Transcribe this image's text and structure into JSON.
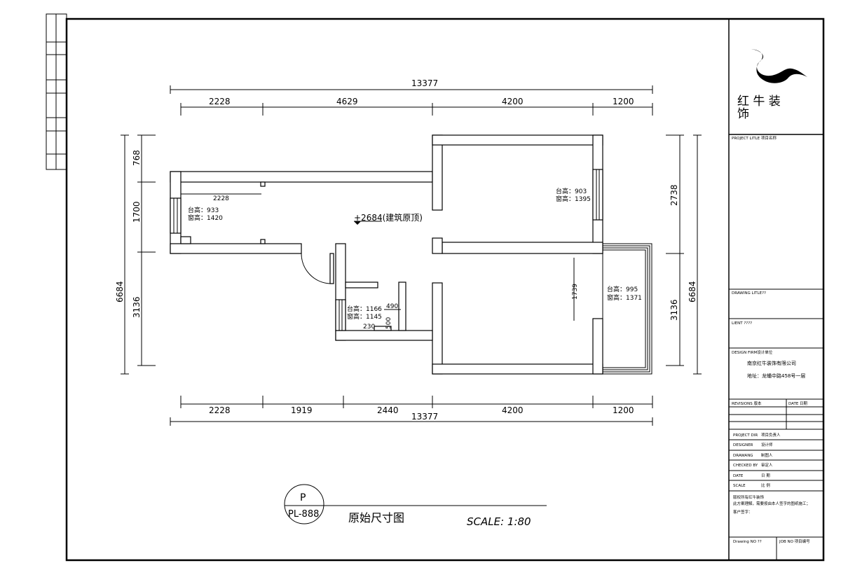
{
  "title_block": {
    "company_logo_text": "红 牛 装 饰",
    "logo_line1": "红  牛  装",
    "logo_line2": "饰",
    "project_title": "PROJECT LITLE 项目名称",
    "drawing_title": "DRAWING LITLE??",
    "client": "LIENT ????",
    "design_firm": "DESIGN FIRM设计单位",
    "firm_name": "南京红牛装饰有限公司",
    "firm_address": "地址：龙蟠中路458号一层",
    "revisions": "REVISIONS 版本",
    "date_header": "DATE 日期",
    "rows": [
      {
        "label": "PROJECT DIR",
        "value": "项目负责人"
      },
      {
        "label": "DESIGNER",
        "value": "设计师"
      },
      {
        "label": "DRAWANG",
        "value": "制图人"
      },
      {
        "label": "CHECKED BY",
        "value": "审定人"
      },
      {
        "label": "DATE",
        "value": "日 期"
      },
      {
        "label": "SCALE",
        "value": "比 例"
      }
    ],
    "notice_line1": "版权所有红牛装饰",
    "notice_line2": "此方案理解，需要按由本人签字的图纸施工；",
    "client_sign": "客户签字：",
    "drawing_no": "Drawing NO ??",
    "job_no": "JOB NO 项目编号"
  },
  "plan": {
    "ceiling_mark": "+2684(建筑原顶)",
    "top_dims": [
      "2228",
      "4629",
      "4200",
      "1200"
    ],
    "top_total": "13377",
    "bottom_dims": [
      "2228",
      "1919",
      "2440",
      "4200",
      "1200"
    ],
    "bottom_total": "13377",
    "left_dims": [
      "768",
      "1700",
      "3136"
    ],
    "left_total": "6684",
    "right_dims": [
      "2738",
      "3136"
    ],
    "right_total": "6684",
    "inner_dim_living": "2228",
    "inner_dim_bedroom": "1739",
    "kitchen_dims": [
      "490",
      "500",
      "230"
    ],
    "windows": [
      {
        "sill": "台高：933",
        "height": "窗高：1420"
      },
      {
        "sill": "台高：903",
        "height": "窗高：1395"
      },
      {
        "sill": "台高：995",
        "height": "窗高：1371"
      },
      {
        "sill": "台高：1166",
        "height": "窗高：1145"
      }
    ]
  },
  "caption": {
    "symbol_top": "P",
    "symbol_bottom": "PL-888",
    "title": "原始尺寸图",
    "scale": "SCALE: 1:80"
  }
}
